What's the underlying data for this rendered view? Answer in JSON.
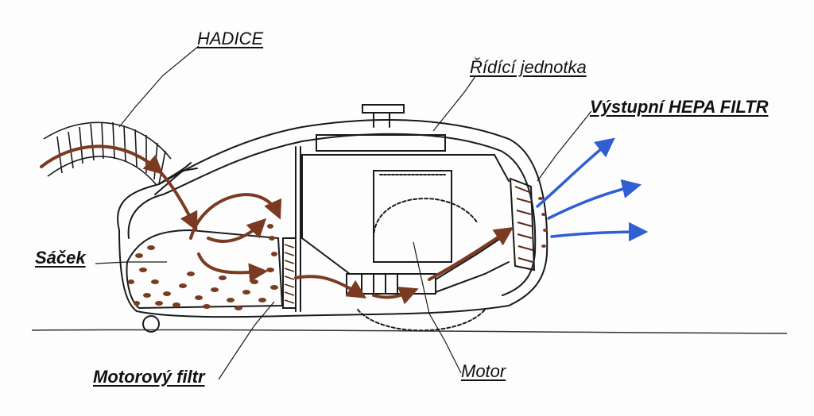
{
  "labels": {
    "hadice": "HADICE",
    "ridici_jednotka": "Řídící jednotka",
    "hepa_filtr": "Výstupní HEPA FILTR",
    "sacek": "Sáček",
    "motorovy_filtr": "Motorový filtr",
    "motor": "Motor"
  },
  "colors": {
    "outline": "#1a1a1a",
    "airflow_brown": "#7a3b22",
    "exhaust_blue": "#2f5fd0"
  }
}
